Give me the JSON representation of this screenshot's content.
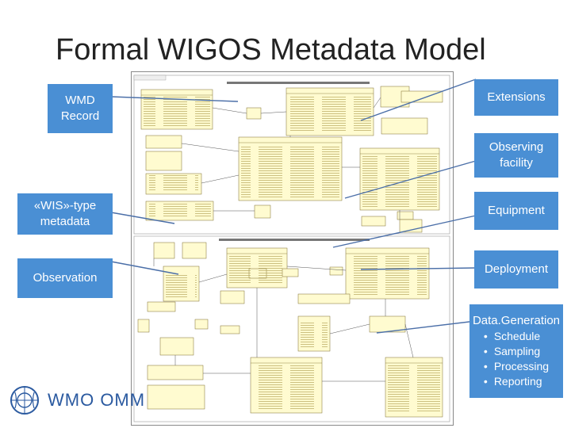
{
  "title": "Formal WIGOS Metadata Model",
  "callouts_left": {
    "wmd_record": "WMD\nRecord",
    "wis_metadata": "«WIS»-type\nmetadata",
    "observation": "Observation"
  },
  "callouts_right": {
    "extensions": "Extensions",
    "observing_facility": "Observing\nfacility",
    "equipment": "Equipment",
    "deployment": "Deployment",
    "data_generation": {
      "title": "Data.Generation",
      "items": [
        "Schedule",
        "Sampling",
        "Processing",
        "Reporting"
      ]
    }
  },
  "logo": {
    "text": "WMO OMM",
    "icon": "wmo-emblem-icon"
  },
  "colors": {
    "callout": "#4a8fd4",
    "class_fill": "#fffbd0",
    "class_border": "#7a6a2a",
    "connector": "#4b6fa8"
  }
}
